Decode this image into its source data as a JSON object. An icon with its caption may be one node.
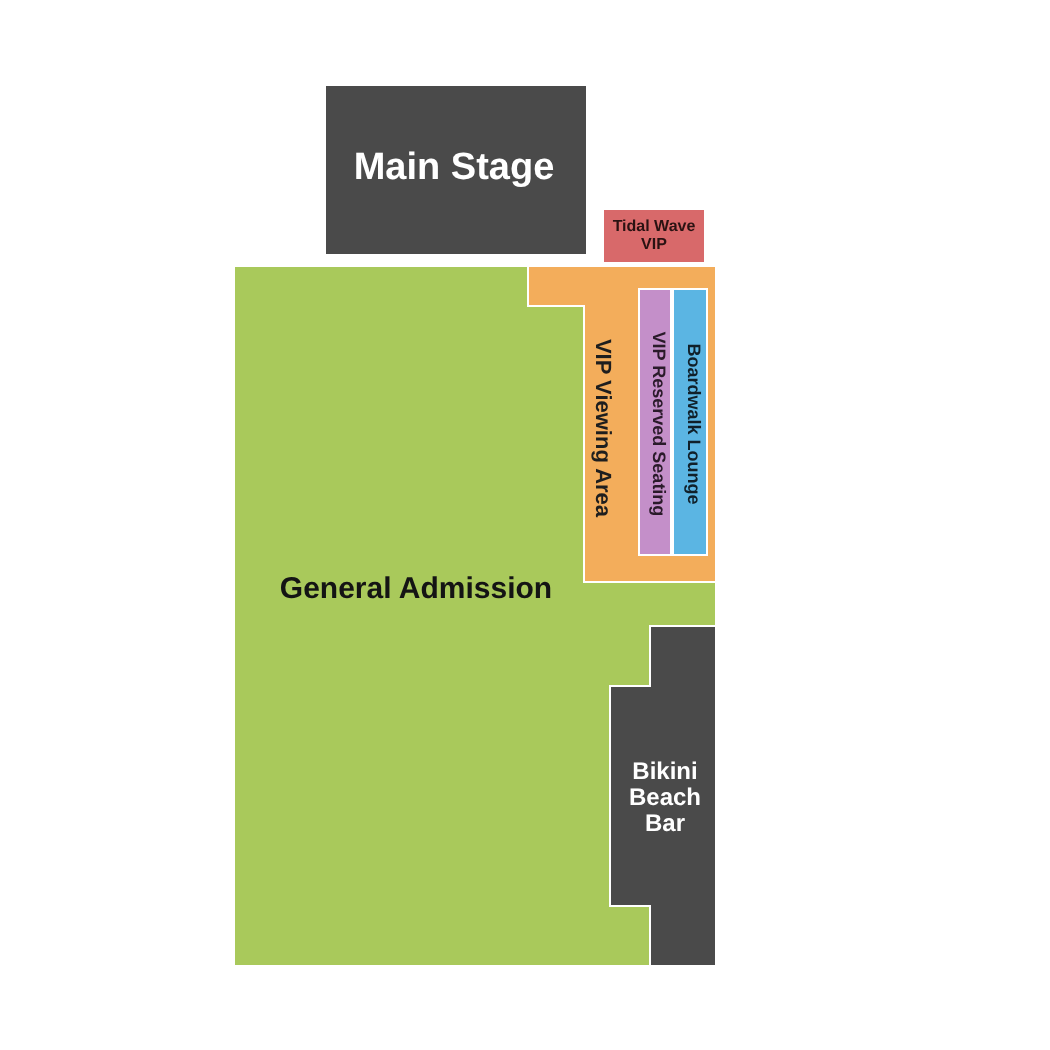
{
  "diagram": {
    "nodes": [
      {
        "text": [
          "Main Stage"
        ]
      },
      {
        "text": [
          "Tidal Wave VIP"
        ]
      },
      {
        "text": [
          "VIP Viewing Area"
        ]
      },
      {
        "text": [
          "VIP Reserved Seating"
        ],
        "in": 2
      },
      {
        "text": [
          "Boardwalk Lounge"
        ],
        "in": 2
      },
      {
        "text": [
          "General Admission"
        ]
      },
      {
        "text": [
          "Bikini Beach Bar"
        ]
      }
    ]
  }
}
